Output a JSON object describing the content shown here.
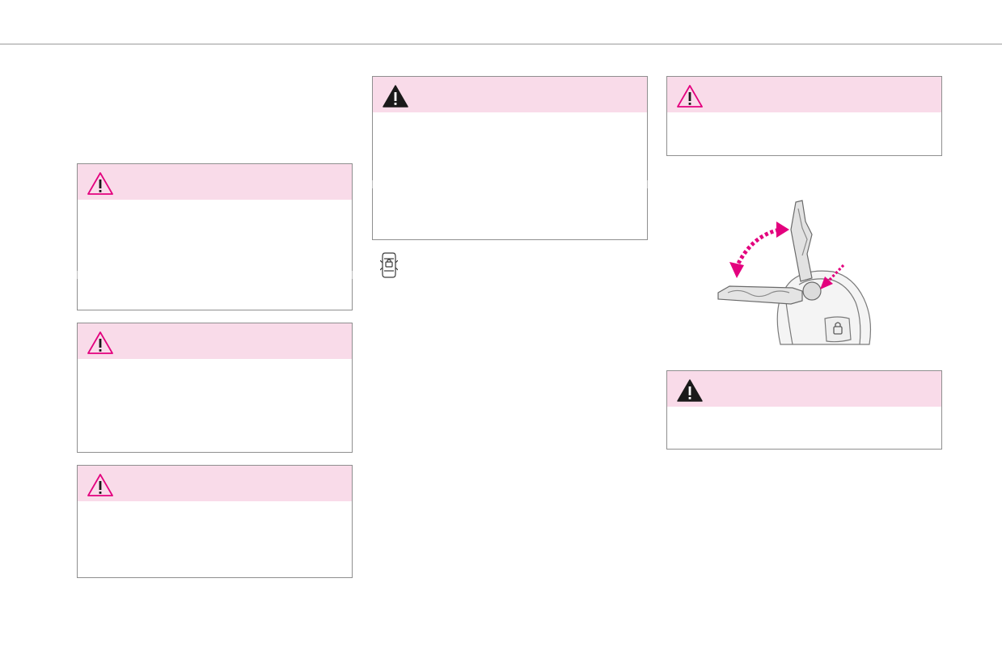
{
  "page": {
    "colors": {
      "header_fill": "#f9dbe9",
      "accent_magenta": "#e3007e",
      "border": "#8f8f8f",
      "rule": "#9a9a9a"
    }
  },
  "warnings": [
    {
      "id": "left-1",
      "icon": "warning-outline-magenta-icon"
    },
    {
      "id": "left-2",
      "icon": "warning-outline-magenta-icon"
    },
    {
      "id": "left-3",
      "icon": "warning-outline-magenta-icon"
    },
    {
      "id": "mid-1",
      "icon": "warning-solid-black-icon"
    },
    {
      "id": "right-1",
      "icon": "warning-outline-magenta-icon"
    },
    {
      "id": "right-2",
      "icon": "warning-solid-black-icon"
    }
  ],
  "icons": {
    "car_lock": "car-doors-lock-icon",
    "illustration": "folding-key-illustration"
  }
}
